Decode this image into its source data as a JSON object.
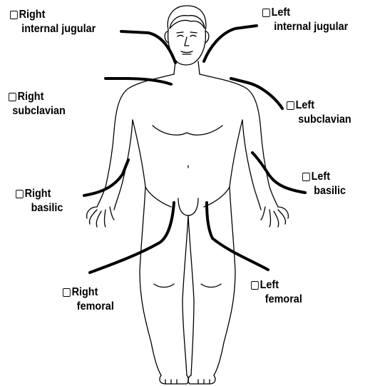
{
  "sites": [
    {
      "id": "right-internal-jugular",
      "line1": "Right",
      "line2": "internal jugular",
      "checked": false
    },
    {
      "id": "left-internal-jugular",
      "line1": "Left",
      "line2": "internal jugular",
      "checked": false
    },
    {
      "id": "right-subclavian",
      "line1": "Right",
      "line2": "subclavian",
      "checked": false
    },
    {
      "id": "left-subclavian",
      "line1": "Left",
      "line2": "subclavian",
      "checked": false
    },
    {
      "id": "right-basilic",
      "line1": "Right",
      "line2": "basilic",
      "checked": false
    },
    {
      "id": "left-basilic",
      "line1": "Left",
      "line2": "basilic",
      "checked": false
    },
    {
      "id": "right-femoral",
      "line1": "Right",
      "line2": "femoral",
      "checked": false
    },
    {
      "id": "left-femoral",
      "line1": "Left",
      "line2": "femoral",
      "checked": false
    }
  ],
  "colors": {
    "line": "#000000",
    "background": "#ffffff"
  }
}
